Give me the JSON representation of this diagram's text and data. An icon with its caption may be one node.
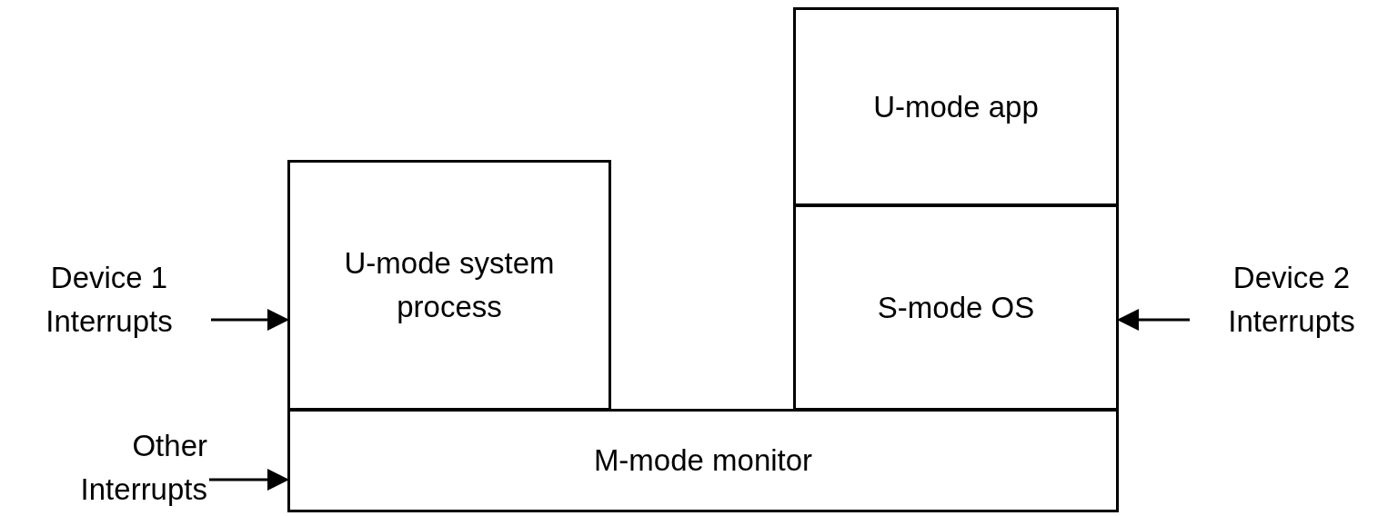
{
  "diagram": {
    "nodes": [
      {
        "text": [
          "U-mode app"
        ]
      },
      {
        "text": [
          "Device 1 Interrupts"
        ]
      },
      {
        "text": [
          "U-mode system process"
        ]
      },
      {
        "text": [
          "S-mode OS"
        ]
      },
      {
        "text": [
          "Device 2 Interrupts"
        ]
      },
      {
        "text": [
          "Other Interrupts"
        ]
      },
      {
        "text": [
          "M-mode monitor"
        ]
      }
    ],
    "edges": [
      {
        "from": 1,
        "to": 2,
        "arrow": "to"
      },
      {
        "from": 4,
        "to": 3,
        "arrow": "to"
      },
      {
        "from": 5,
        "to": 6,
        "arrow": "to"
      }
    ]
  }
}
